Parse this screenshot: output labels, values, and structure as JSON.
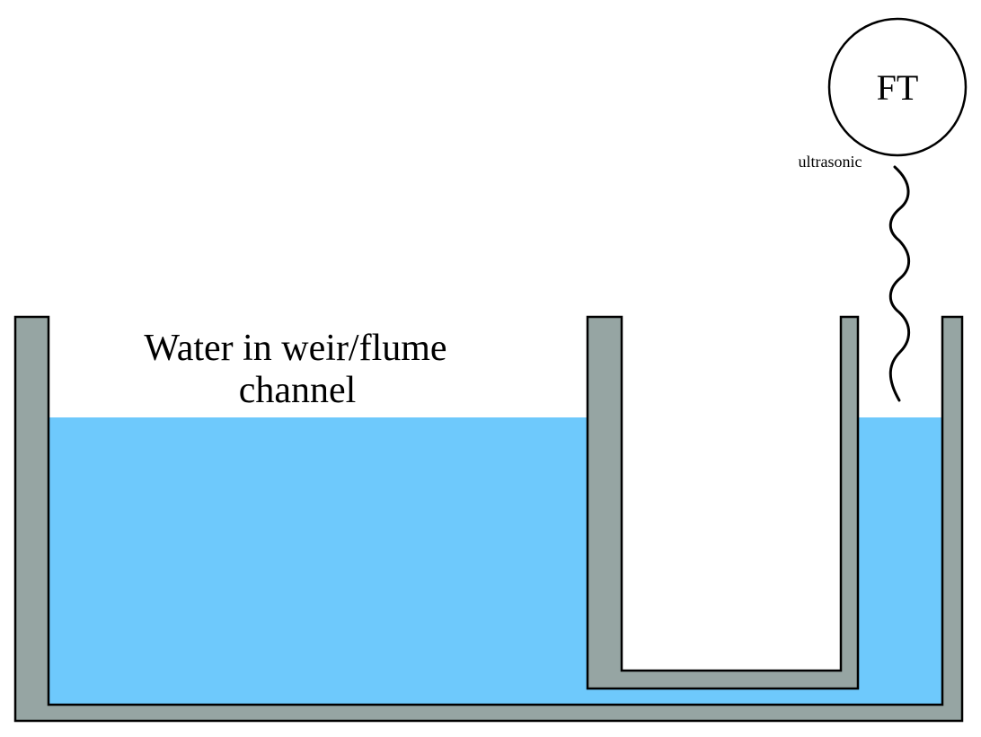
{
  "diagram": {
    "channel_label_line1": "Water in weir/flume",
    "channel_label_line2": "channel",
    "transmitter_label": "FT",
    "sensor_type_label": "ultrasonic"
  },
  "colors": {
    "water": "#6ec9fc",
    "wall": "#96a5a3",
    "outline": "#000000",
    "background": "#ffffff"
  }
}
